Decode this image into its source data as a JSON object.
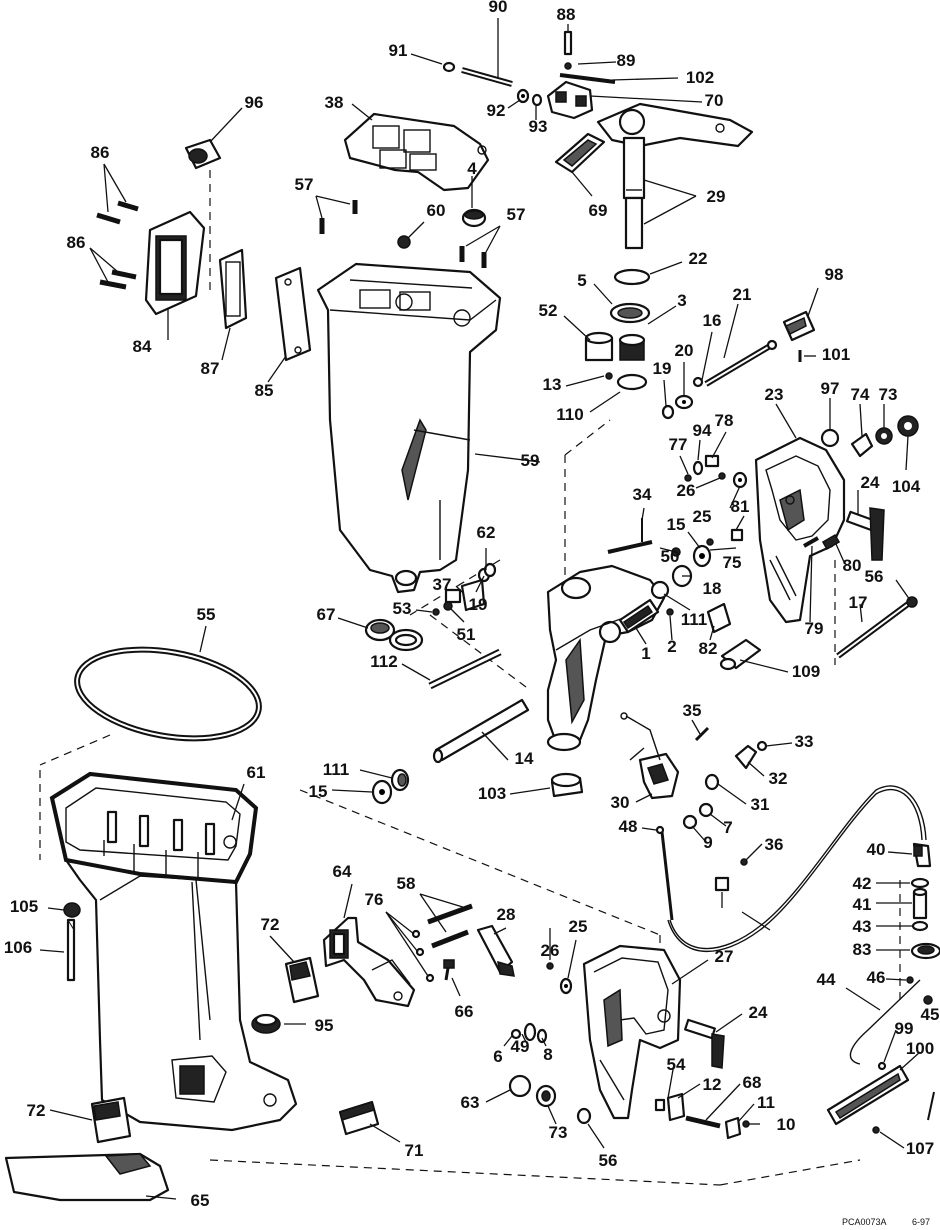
{
  "diagram": {
    "callouts": [
      "90",
      "88",
      "91",
      "89",
      "102",
      "96",
      "38",
      "92",
      "93",
      "70",
      "86",
      "86",
      "57",
      "4",
      "60",
      "57",
      "69",
      "29",
      "84",
      "87",
      "85",
      "59",
      "22",
      "5",
      "3",
      "52",
      "21",
      "98",
      "16",
      "20",
      "101",
      "13",
      "19",
      "110",
      "97",
      "74",
      "73",
      "104",
      "23",
      "77",
      "94",
      "78",
      "26",
      "25",
      "81",
      "34",
      "24",
      "15",
      "50",
      "75",
      "62",
      "18",
      "37",
      "19",
      "53",
      "51",
      "67",
      "112",
      "1",
      "2",
      "111",
      "82",
      "80",
      "56",
      "79",
      "17",
      "109",
      "55",
      "35",
      "14",
      "33",
      "32",
      "111",
      "15",
      "103",
      "30",
      "31",
      "61",
      "48",
      "9",
      "7",
      "36",
      "40",
      "64",
      "58",
      "76",
      "105",
      "106",
      "72",
      "28",
      "26",
      "25",
      "27",
      "42",
      "41",
      "43",
      "83",
      "44",
      "46",
      "45",
      "95",
      "66",
      "6",
      "49",
      "8",
      "24",
      "99",
      "100",
      "72",
      "63",
      "73",
      "54",
      "12",
      "68",
      "11",
      "10",
      "71",
      "56",
      "107",
      "65"
    ],
    "footer_code": "PCA0073A",
    "footer_date": "6-97"
  }
}
